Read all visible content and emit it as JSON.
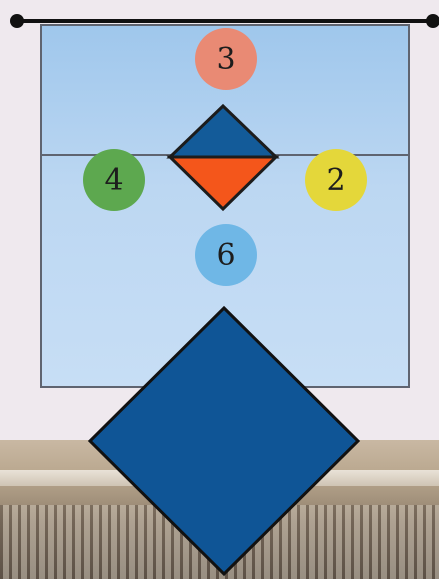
{
  "diagram": {
    "court_color": "#bcd7f2",
    "line_color": "#5f6470",
    "net_color": "#111111",
    "players": [
      {
        "number": "3",
        "color": "#e98a74"
      },
      {
        "number": "4",
        "color": "#5da84f"
      },
      {
        "number": "2",
        "color": "#e4d73a"
      },
      {
        "number": "6",
        "color": "#6fb7e6"
      }
    ],
    "setter_marker": {
      "top_color": "#135b99",
      "bottom_color": "#f4561b"
    },
    "large_marker": {
      "color": "#0f5596"
    }
  }
}
